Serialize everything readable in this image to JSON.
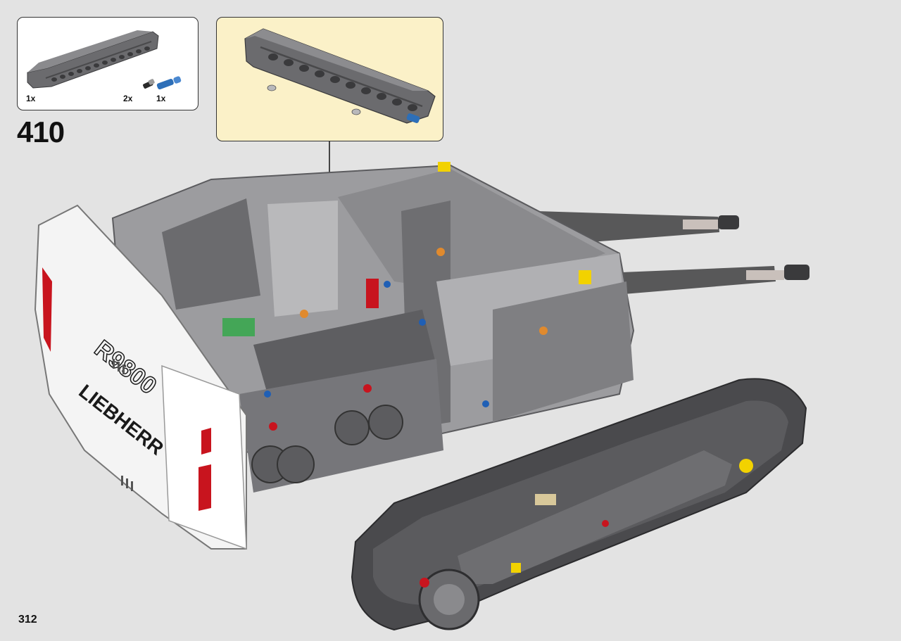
{
  "step": {
    "number": "410"
  },
  "page": {
    "number": "312"
  },
  "parts_list": {
    "items": [
      {
        "part": "dark-grey-panel-beam",
        "quantity": "1x",
        "color": "#6e6e70"
      },
      {
        "part": "black-friction-pin",
        "quantity": "2x",
        "color": "#2a2a2a"
      },
      {
        "part": "blue-axle-pin",
        "quantity": "1x",
        "color": "#2d6fb8"
      }
    ]
  },
  "callout": {
    "background": "#fbf1c8"
  },
  "model": {
    "brand_label": "LIEBHERR",
    "model_label": "R9800",
    "colors": {
      "body_white": "#f4f4f4",
      "dark_grey": "#5b5b5e",
      "light_grey": "#a8a8ab",
      "track_grey": "#4a4a4d",
      "accent_red": "#c8141e",
      "accent_blue": "#1f5fb5",
      "accent_yellow": "#f2d200",
      "accent_orange": "#e08a2e",
      "accent_green": "#35a84a"
    }
  }
}
